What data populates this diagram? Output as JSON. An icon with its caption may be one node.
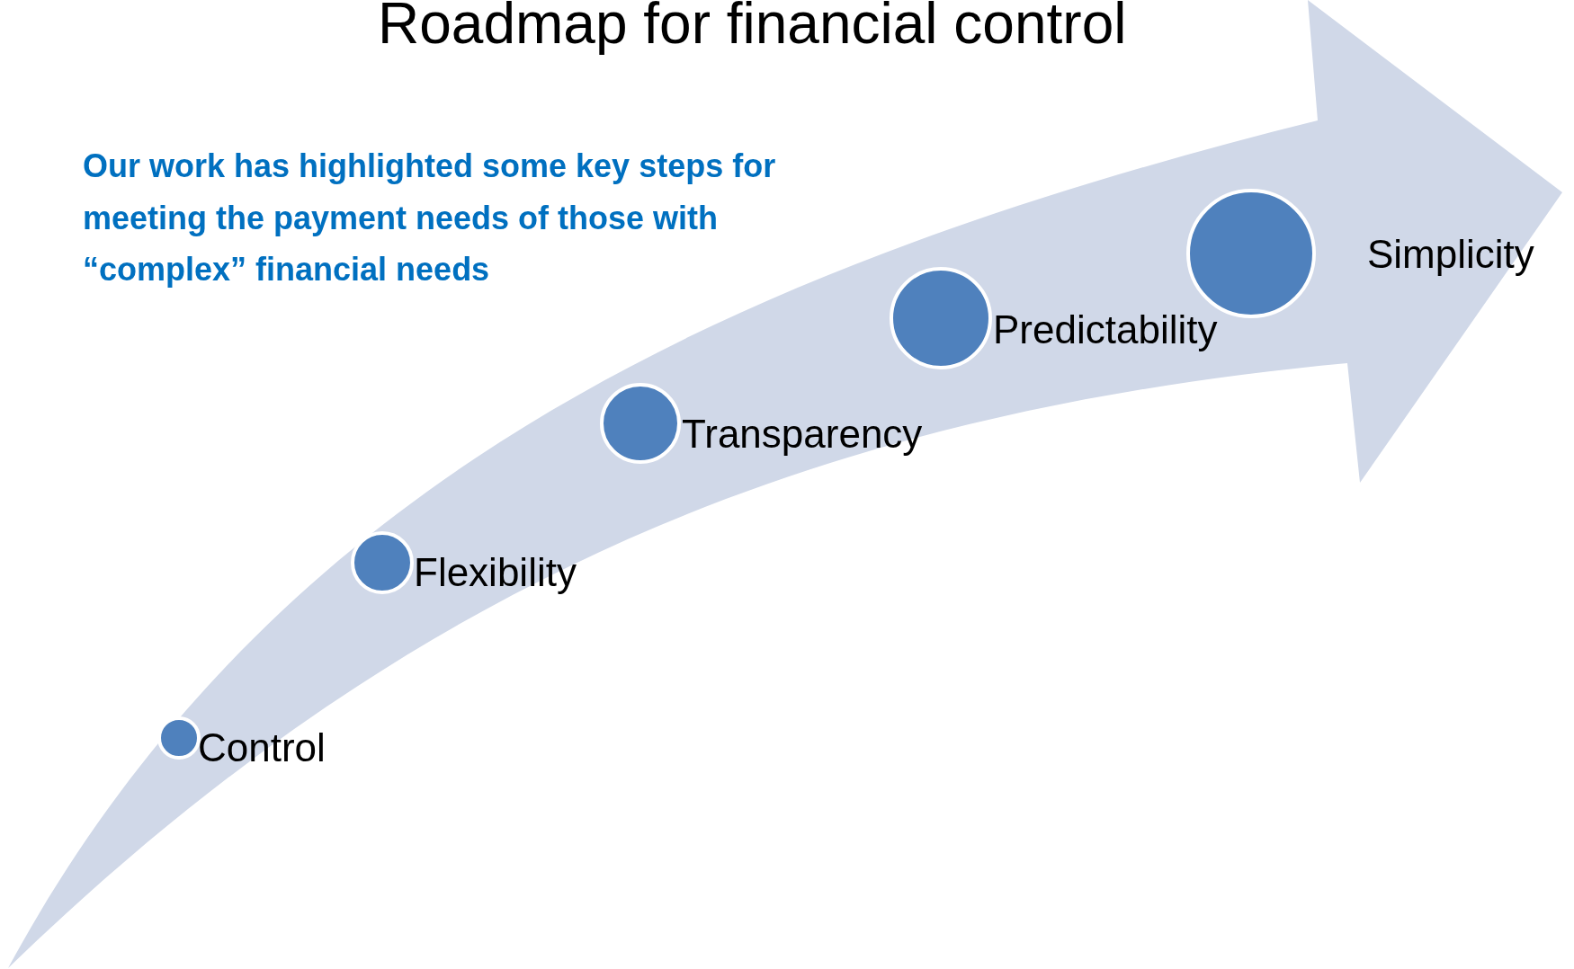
{
  "diagram": {
    "title": "Roadmap for financial control",
    "nodes": [
      {
        "text": [
          "Control"
        ]
      },
      {
        "text": [
          "Flexibility"
        ]
      },
      {
        "text": [
          "Transparency"
        ]
      },
      {
        "text": [
          "Predictability"
        ]
      },
      {
        "text": [
          "Simplicity"
        ]
      }
    ],
    "labels": [
      "Our work has highlighted some key steps for meeting the payment needs of those with “complex” financial needs"
    ]
  }
}
